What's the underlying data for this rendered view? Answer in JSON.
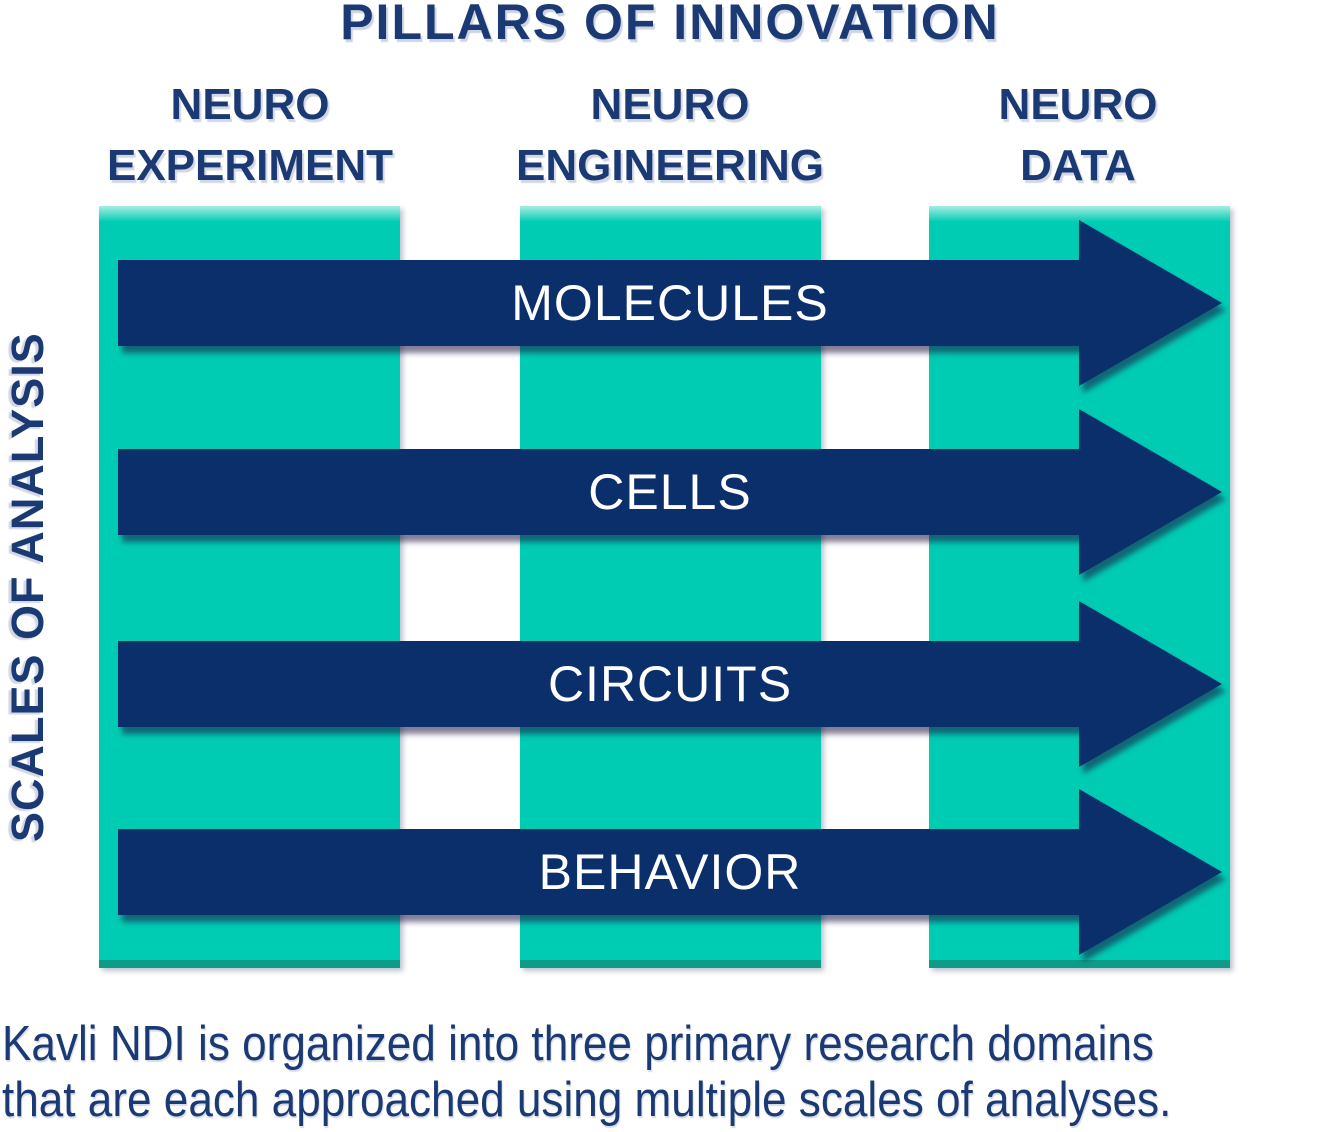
{
  "title": "PILLARS OF INNOVATION",
  "side_label": "SCALES OF ANALYSIS",
  "pillar_headers": [
    "NEURO\nEXPERIMENT",
    "NEURO\nENGINEERING",
    "NEURO\nDATA"
  ],
  "scales": [
    "MOLECULES",
    "CELLS",
    "CIRCUITS",
    "BEHAVIOR"
  ],
  "caption": "Kavli NDI is organized into three primary research domains\nthat are each approached using multiple scales of analyses.",
  "colors": {
    "teal": "#00ccb3",
    "teal_top": "#a8ece2",
    "teal_bottom": "#0d9c89",
    "navy": "#0b2f6b",
    "text": "#1b3a74",
    "arrow_label": "#ffffff"
  }
}
